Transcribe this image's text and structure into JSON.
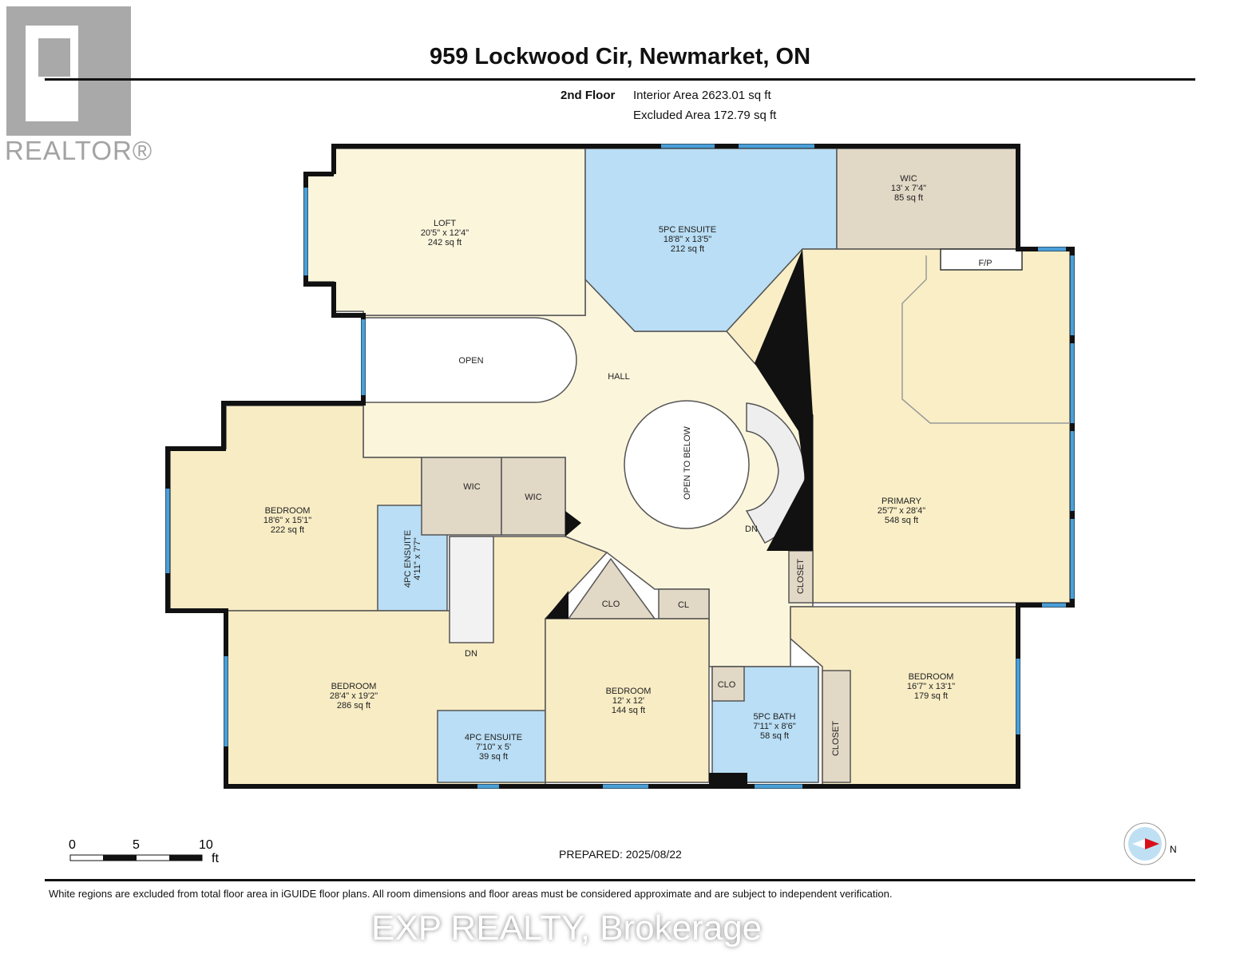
{
  "header": {
    "title": "959 Lockwood Cir, Newmarket, ON",
    "floor": "2nd Floor",
    "interior_area": "Interior Area 2623.01 sq ft",
    "excluded_area": "Excluded Area 172.79 sq ft"
  },
  "logo": {
    "text": "REALTOR®"
  },
  "rooms": [
    {
      "name": "LOFT",
      "dims": "20'5\" x 12'4\"",
      "area": "242 sq ft"
    },
    {
      "name": "5PC ENSUITE",
      "dims": "18'8\" x 13'5\"",
      "area": "212 sq ft"
    },
    {
      "name": "WIC",
      "dims": "13' x 7'4\"",
      "area": "85 sq ft"
    },
    {
      "name": "PRIMARY",
      "dims": "25'7\" x 28'4\"",
      "area": "548 sq ft"
    },
    {
      "name": "BEDROOM",
      "dims": "18'6\" x 15'1\"",
      "area": "222 sq ft"
    },
    {
      "name": "BEDROOM",
      "dims": "28'4\" x 19'2\"",
      "area": "286 sq ft"
    },
    {
      "name": "BEDROOM",
      "dims": "12' x 12'",
      "area": "144 sq ft"
    },
    {
      "name": "BEDROOM",
      "dims": "16'7\" x 13'1\"",
      "area": "179 sq ft"
    },
    {
      "name": "5PC BATH",
      "dims": "7'11\" x 8'6\"",
      "area": "58 sq ft"
    },
    {
      "name": "4PC ENSUITE",
      "dims": "7'10\" x 5'",
      "area": "39 sq ft"
    },
    {
      "name": "4PC ENSUITE",
      "dims": "4'11\" x 7'7\"",
      "area": ""
    }
  ],
  "labels": {
    "open": "OPEN",
    "hall": "HALL",
    "open_to_below": "OPEN TO BELOW",
    "dn1": "DN",
    "dn2": "DN",
    "wic1": "WIC",
    "wic2": "WIC",
    "clo1": "CLO",
    "cl": "CL",
    "clo2": "CLO",
    "closet1": "CLOSET",
    "closet2": "CLOSET",
    "fp": "F/P"
  },
  "scale": {
    "ticks": [
      "0",
      "5",
      "10"
    ],
    "unit": "ft"
  },
  "compass": {
    "direction": "N"
  },
  "footer": {
    "prepared": "PREPARED: 2025/08/22",
    "disclaimer": "White regions are excluded from total floor area in iGUIDE floor plans. All room dimensions and floor areas must be considered approximate and are subject to independent verification.",
    "watermark": "EXP REALTY, Brokerage"
  },
  "colors": {
    "bedroom": "#f8ecc4",
    "hall": "#fbf5dc",
    "bath": "#b9def5",
    "closet": "#e2d8c6",
    "wall": "#111111",
    "window": "#4a9fd8"
  }
}
